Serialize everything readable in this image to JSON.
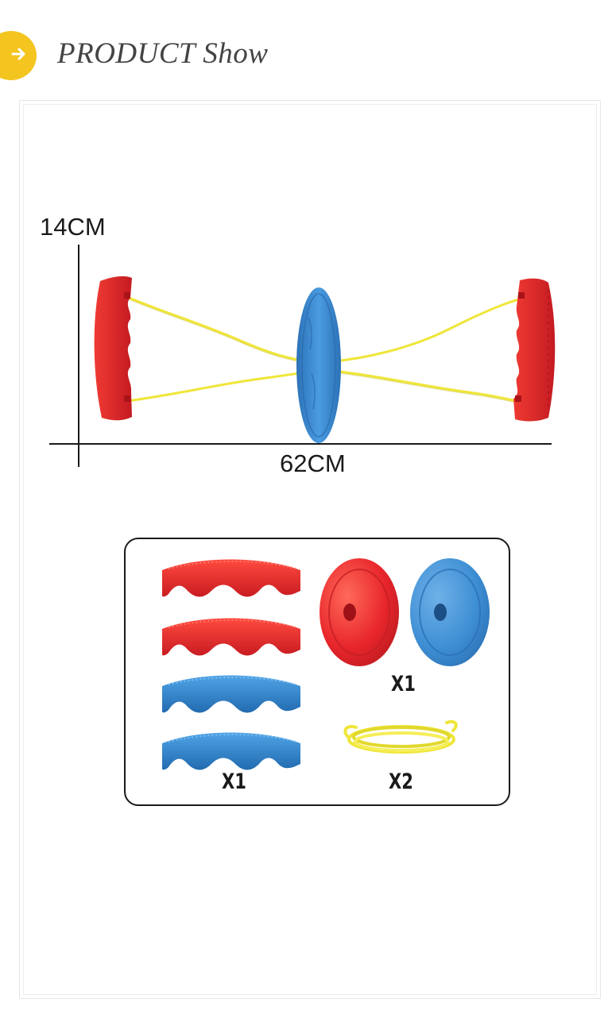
{
  "header": {
    "title": "PRODUCT Show",
    "icon": "arrow-right-icon",
    "accent_color": "#f4c51f"
  },
  "dimensions": {
    "height_label": "14CM",
    "width_label": "62CM"
  },
  "product": {
    "handle_color": "#e8262b",
    "disc_color": "#3f8fd4",
    "rope_color": "#efe63a"
  },
  "parts": {
    "discs_qty": "X1",
    "handles_qty": "X1",
    "ropes_qty": "X2"
  }
}
